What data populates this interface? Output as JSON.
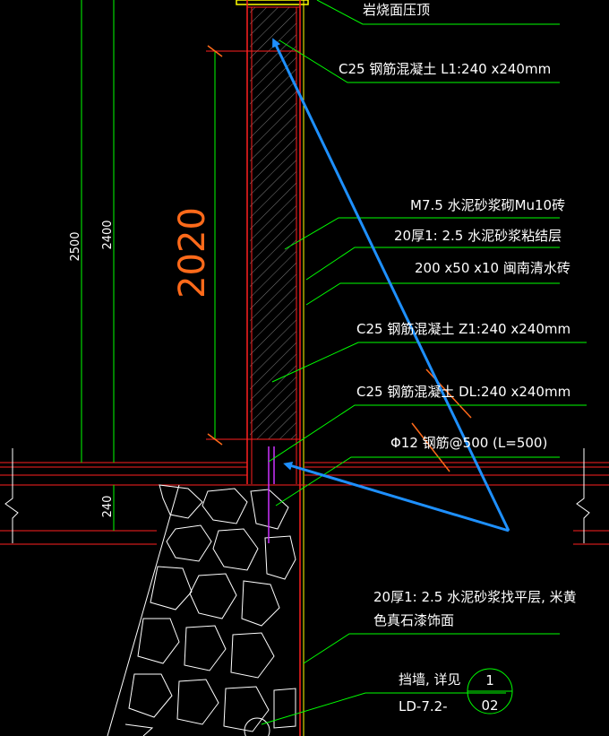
{
  "labels": {
    "top": "岩烧面压顶",
    "l1": "C25 钢筋混凝土 L1:240 x240mm",
    "m75": "M7.5 水泥砂浆砌Mu10砖",
    "bond": "20厚1: 2.5 水泥砂浆粘结层",
    "tile": "200 x50 x10 闽南清水砖",
    "z1": "C25 钢筋混凝土 Z1:240 x240mm",
    "dl": "C25 钢筋混凝土 DL:240 x240mm",
    "rebar": "Φ12 钢筋@500 (L=500)",
    "plaster_1": "20厚1: 2.5 水泥砂浆找平层, 米黄",
    "plaster_2": "色真石漆饰面",
    "retaining": "挡墙, 详见",
    "ref_sheet": "LD-7.2-",
    "ref_num": "1",
    "ref_page": "02"
  },
  "dimensions": {
    "d2500": "2500",
    "d2400": "2400",
    "d2020": "2020",
    "d240": "240"
  },
  "colors": {
    "background": "#000000",
    "leader": "#00ff00",
    "wall_line": "#ff2020",
    "face_line": "#ffff00",
    "dimension": "#ffffff",
    "big_dimension": "#ff6a1a",
    "arrow": "#1e90ff",
    "rebar": "#cc33ff"
  }
}
